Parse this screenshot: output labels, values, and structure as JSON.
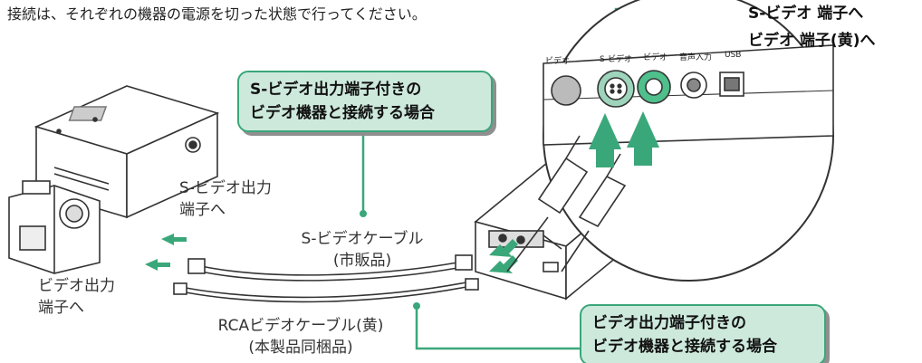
{
  "intro": "接続は、それぞれの機器の電源を切った状態で行ってください。",
  "callouts": {
    "s_video_port": "S-ビデオ 端子へ",
    "video_port": "ビデオ 端子(黄)へ"
  },
  "boxes": {
    "s_video_case": [
      "S-ビデオ出力端子付きの",
      "ビデオ機器と接続する場合"
    ],
    "video_case": [
      "ビデオ出力端子付きの",
      "ビデオ機器と接続する場合"
    ]
  },
  "labels": {
    "s_video_out": [
      "S-ビデオ出力",
      "端子へ"
    ],
    "video_out": [
      "ビデオ出力",
      "端子へ"
    ],
    "s_video_cable": [
      "S-ビデオケーブル",
      "(市販品)"
    ],
    "rca_cable": [
      "RCAビデオケーブル(黄)",
      "(本製品同梱品)"
    ]
  },
  "panel_labels": {
    "video": "ビデオ",
    "s_video": "S-ビデオ",
    "audio_in": "音声入力",
    "video2": "ビデオ",
    "usb": "USB"
  },
  "colors": {
    "accent_green": "#3aa77a",
    "box_fill": "#cde9dc",
    "device_stroke": "#333333"
  }
}
